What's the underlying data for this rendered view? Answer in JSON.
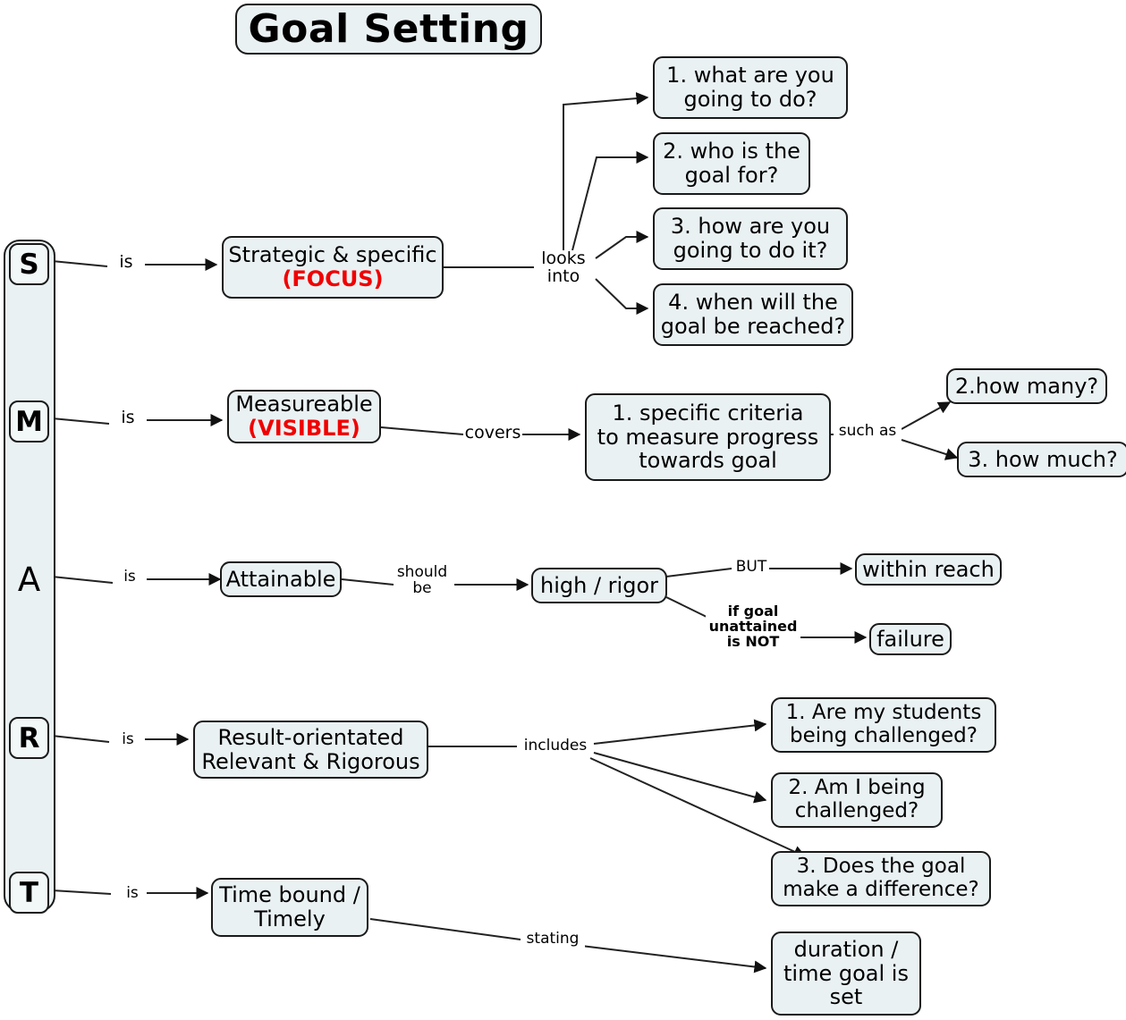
{
  "title": {
    "text": "Goal Setting"
  },
  "colors": {
    "node_fill": "#eaf1f3",
    "node_stroke": "#1a1a1a",
    "accent_red": "#f00000",
    "background": "#ffffff"
  },
  "smart_letters": [
    {
      "id": "s",
      "label": "S",
      "boxed": true
    },
    {
      "id": "m",
      "label": "M",
      "boxed": true
    },
    {
      "id": "a",
      "label": "A",
      "boxed": false
    },
    {
      "id": "r",
      "label": "R",
      "boxed": true
    },
    {
      "id": "t",
      "label": "T",
      "boxed": true
    }
  ],
  "branches": {
    "s": {
      "relation_from_letter": "is",
      "main_text": "Strategic & specific",
      "main_accent": "(FOCUS)",
      "relation_to_children": "looks\ninto",
      "children": [
        {
          "text": "1. what are you\ngoing to do?"
        },
        {
          "text": "2. who is the\ngoal for?"
        },
        {
          "text": "3. how  are you\ngoing to do it?"
        },
        {
          "text": " 4. when will the\ngoal be reached?"
        }
      ]
    },
    "m": {
      "relation_from_letter": "is",
      "main_text": "Measureable",
      "main_accent": "(VISIBLE)",
      "relation_to_children": "covers",
      "criteria": {
        "text": "1. specific criteria\nto measure progress\ntowards goal"
      },
      "relation_to_examples": "such as",
      "examples": [
        {
          "text": "2.how many?"
        },
        {
          "text": "3. how much?"
        }
      ]
    },
    "a": {
      "relation_from_letter": "is",
      "main_text": "Attainable",
      "relation_to_mid": "should\nbe",
      "mid": {
        "text": "high / rigor"
      },
      "outcomes": [
        {
          "relation": "BUT",
          "text": "within reach",
          "bold_relation": false
        },
        {
          "relation": "if goal\nunattained\nis NOT",
          "text": "failure",
          "bold_relation": true
        }
      ]
    },
    "r": {
      "relation_from_letter": "is",
      "main_text": "Result-orientated\nRelevant & Rigorous",
      "relation_to_children": "includes",
      "children": [
        {
          "text": "1. Are my students\nbeing challenged?"
        },
        {
          "text": "2. Am I being\nchallenged?"
        },
        {
          "text": " 3. Does the goal\nmake a difference?"
        }
      ]
    },
    "t": {
      "relation_from_letter": "is",
      "main_text": "Time bound /\nTimely",
      "relation_to_children": "stating",
      "children": [
        {
          "text": "duration /\ntime goal is\nset"
        }
      ]
    }
  }
}
